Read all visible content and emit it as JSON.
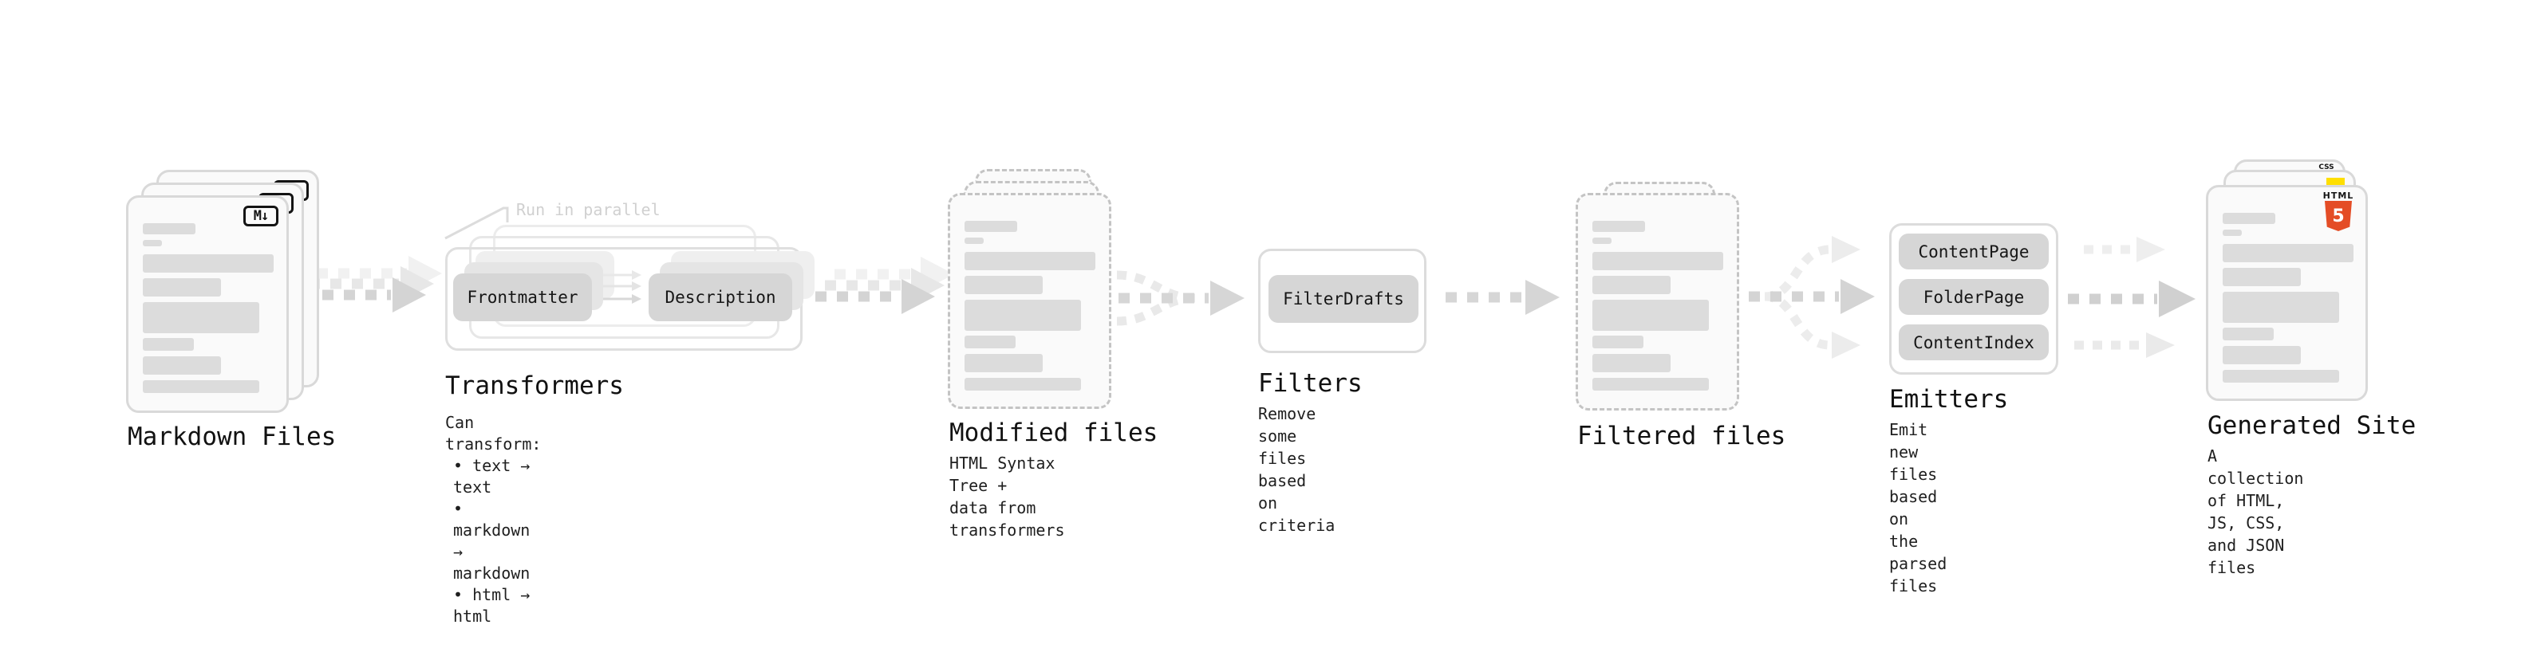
{
  "colors": {
    "html5_orange": "#e44d26",
    "js_yellow": "#ffdf00",
    "css_blue": "#2965f1",
    "text": "#1b1b1b",
    "muted_note": "#d0d0d0",
    "card_border": "#d9d9d9",
    "dashed_border": "#c4c4c4",
    "skeleton": "#dcdcdc",
    "arrow": "#d4d4d4",
    "button_bg": "#d6d6d6"
  },
  "markdown_files": {
    "label": "Markdown Files",
    "badge": "M↓"
  },
  "transformers": {
    "label": "Transformers",
    "note": "Run in parallel",
    "button_left": "Frontmatter",
    "button_right": "Description",
    "desc_title": "Can transform:",
    "bullets": [
      "• text → text",
      "• markdown → markdown",
      "• html → html"
    ]
  },
  "modified_files": {
    "label": "Modified files",
    "desc": "HTML Syntax Tree +\ndata from transformers"
  },
  "filters": {
    "label": "Filters",
    "button": "FilterDrafts",
    "desc": "Remove some files based\non criteria"
  },
  "filtered_files": {
    "label": "Filtered files"
  },
  "emitters": {
    "label": "Emitters",
    "buttons": [
      "ContentPage",
      "FolderPage",
      "ContentIndex"
    ],
    "desc": "Emit new files based on\nthe parsed files"
  },
  "generated_site": {
    "label": "Generated Site",
    "desc": "A collection of HTML,\nJS, CSS, and JSON files",
    "badge_html_word": "HTML",
    "badge_html_num": "5",
    "badge_css": "CSS"
  }
}
